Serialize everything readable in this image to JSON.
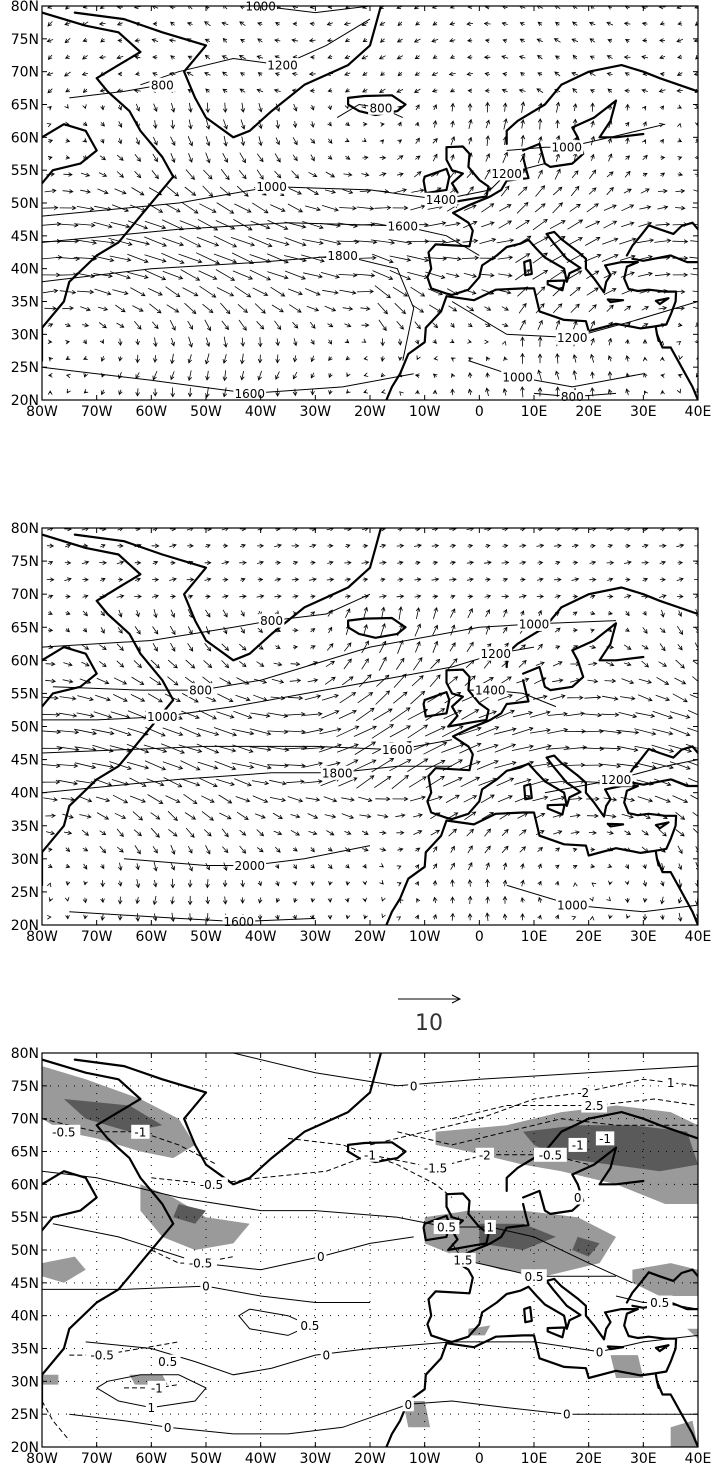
{
  "ref_vector": {
    "label": "10"
  },
  "axes": {
    "lon_labels": [
      "80W",
      "70W",
      "60W",
      "50W",
      "40W",
      "30W",
      "20W",
      "10W",
      "0",
      "10E",
      "20E",
      "30E",
      "40E"
    ],
    "lat_labels": [
      "20N",
      "25N",
      "30N",
      "35N",
      "40N",
      "45N",
      "50N",
      "55N",
      "60N",
      "65N",
      "70N",
      "75N",
      "80N"
    ],
    "lon_range": [
      -80,
      40
    ],
    "lat_range": [
      20,
      80
    ]
  },
  "panels": [
    {
      "id": "top",
      "contour_labels": [
        {
          "text": "1000",
          "lon": -40,
          "lat": 80
        },
        {
          "text": "1200",
          "lon": -36,
          "lat": 71
        },
        {
          "text": "800",
          "lon": -58,
          "lat": 68
        },
        {
          "text": "800",
          "lon": -18,
          "lat": 64.5
        },
        {
          "text": "1000",
          "lon": -38,
          "lat": 52.5
        },
        {
          "text": "1400",
          "lon": -7,
          "lat": 50.5
        },
        {
          "text": "1200",
          "lon": 5,
          "lat": 54.5
        },
        {
          "text": "1000",
          "lon": 16,
          "lat": 58.5
        },
        {
          "text": "1600",
          "lon": -14,
          "lat": 46.5
        },
        {
          "text": "1800",
          "lon": -25,
          "lat": 42
        },
        {
          "text": "1200",
          "lon": 17,
          "lat": 29.5
        },
        {
          "text": "1000",
          "lon": 7,
          "lat": 23.5
        },
        {
          "text": "800",
          "lon": 17,
          "lat": 20.5
        },
        {
          "text": "1600",
          "lon": -42,
          "lat": 21
        }
      ]
    },
    {
      "id": "middle",
      "contour_labels": [
        {
          "text": "800",
          "lon": -38,
          "lat": 66
        },
        {
          "text": "1000",
          "lon": 10,
          "lat": 65.5
        },
        {
          "text": "1200",
          "lon": 3,
          "lat": 61
        },
        {
          "text": "1400",
          "lon": 2,
          "lat": 55.5
        },
        {
          "text": "800",
          "lon": -51,
          "lat": 55.5
        },
        {
          "text": "1000",
          "lon": -58,
          "lat": 51.5
        },
        {
          "text": "1600",
          "lon": -15,
          "lat": 46.5
        },
        {
          "text": "1800",
          "lon": -26,
          "lat": 43
        },
        {
          "text": "1200",
          "lon": 25,
          "lat": 42
        },
        {
          "text": "2000",
          "lon": -42,
          "lat": 29
        },
        {
          "text": "1000",
          "lon": 17,
          "lat": 23
        },
        {
          "text": "1600",
          "lon": -44,
          "lat": 20.5
        }
      ]
    },
    {
      "id": "bottom",
      "contour_labels": [
        {
          "text": "0",
          "lon": -12,
          "lat": 75
        },
        {
          "text": "1",
          "lon": 35,
          "lat": 75.5
        },
        {
          "text": "-2",
          "lon": 19,
          "lat": 74
        },
        {
          "text": "2.5",
          "lon": 21,
          "lat": 72
        },
        {
          "text": "-0.5",
          "lon": -76,
          "lat": 68
        },
        {
          "text": "-1",
          "lon": -62,
          "lat": 68
        },
        {
          "text": "-1",
          "lon": -20,
          "lat": 64.5
        },
        {
          "text": "-1",
          "lon": 18,
          "lat": 66
        },
        {
          "text": "-1",
          "lon": 23,
          "lat": 67
        },
        {
          "text": "-1.5",
          "lon": -8,
          "lat": 62.5
        },
        {
          "text": "-2",
          "lon": 1,
          "lat": 64.5
        },
        {
          "text": "-0.5",
          "lon": 13,
          "lat": 64.5
        },
        {
          "text": "-0.5",
          "lon": -49,
          "lat": 60
        },
        {
          "text": "0",
          "lon": 18,
          "lat": 58
        },
        {
          "text": "0.5",
          "lon": -6,
          "lat": 53.5
        },
        {
          "text": "1",
          "lon": 2,
          "lat": 53.5
        },
        {
          "text": "1.5",
          "lon": -3,
          "lat": 48.5
        },
        {
          "text": "0.5",
          "lon": 10,
          "lat": 46
        },
        {
          "text": "-0.5",
          "lon": -51,
          "lat": 48
        },
        {
          "text": "0",
          "lon": -50,
          "lat": 44.5
        },
        {
          "text": "0",
          "lon": -29,
          "lat": 49
        },
        {
          "text": "0.5",
          "lon": 33,
          "lat": 42
        },
        {
          "text": "0.5",
          "lon": -31,
          "lat": 38.5
        },
        {
          "text": "-0.5",
          "lon": -69,
          "lat": 34
        },
        {
          "text": "0.5",
          "lon": -57,
          "lat": 33
        },
        {
          "text": "0",
          "lon": -28,
          "lat": 34
        },
        {
          "text": "0",
          "lon": 22,
          "lat": 34.5
        },
        {
          "text": "-1",
          "lon": -59,
          "lat": 29
        },
        {
          "text": "1",
          "lon": -60,
          "lat": 26
        },
        {
          "text": "0",
          "lon": -57,
          "lat": 23
        },
        {
          "text": "0",
          "lon": -13,
          "lat": 26.5
        },
        {
          "text": "0",
          "lon": 16,
          "lat": 25
        }
      ]
    }
  ]
}
